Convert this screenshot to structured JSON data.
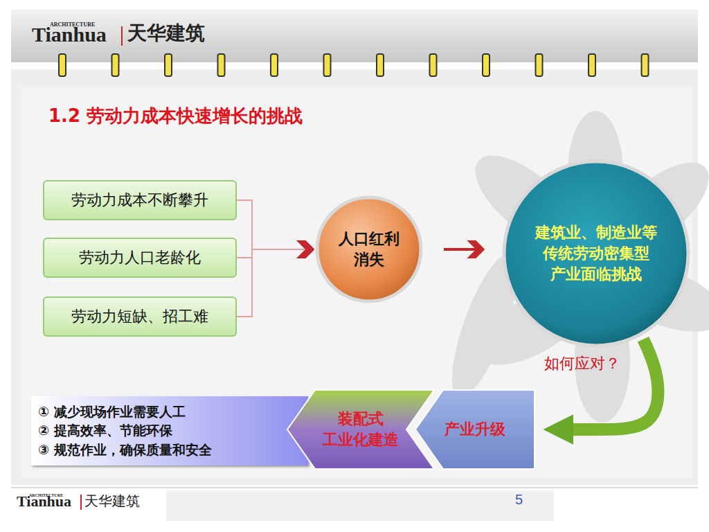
{
  "diagram": {
    "title": "1.2 劳动力成本快速增长的挑战",
    "nodes": [
      {
        "text": [
          "劳动力成本不断攀升"
        ]
      },
      {
        "text": [
          "劳动力人口老龄化"
        ]
      },
      {
        "text": [
          "劳动力短缺、招工难"
        ]
      },
      {
        "text": [
          "人口红利 消失"
        ]
      },
      {
        "text": [
          "建筑业、制造业等 传统劳动密集型 产业面临挑战"
        ]
      },
      {
        "text": [
          "① 减少现场作业需要人工",
          "② 提高效率、节能环保",
          "③ 规范作业，确保质量和安全"
        ]
      },
      {
        "text": [
          "装配式 工业化建造"
        ]
      },
      {
        "text": [
          "产业升级"
        ]
      }
    ],
    "edges": [
      {
        "from": 0,
        "to": 3,
        "arrow": "to"
      },
      {
        "from": 1,
        "to": 3,
        "arrow": "to"
      },
      {
        "from": 2,
        "to": 3,
        "arrow": "to"
      },
      {
        "from": 3,
        "to": 4,
        "arrow": "to"
      },
      {
        "from": 4,
        "to": 7,
        "arrow": "to",
        "label": "如何应对？"
      }
    ],
    "labels": [
      "ARCHITECTURE",
      "Tianhua",
      "天华建筑",
      "ARCHITECTURE",
      "Tianhua",
      "天华建筑",
      "5"
    ]
  }
}
